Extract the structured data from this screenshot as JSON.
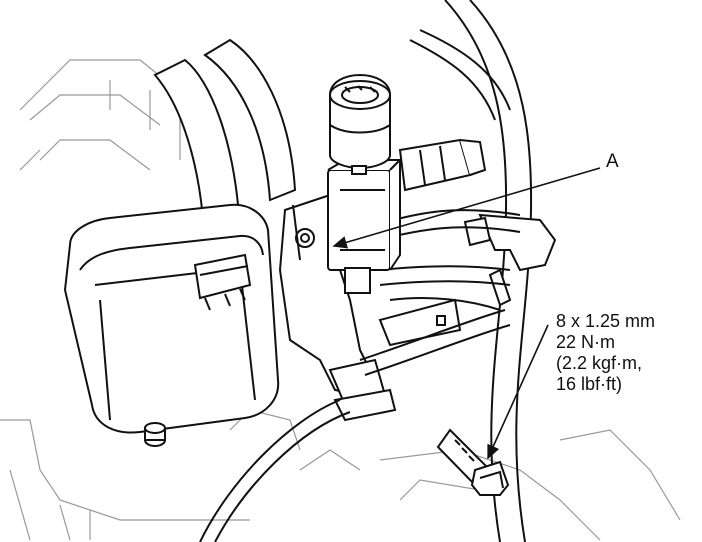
{
  "labels": {
    "callout_a": "A"
  },
  "torque_spec": {
    "line1": "8 x 1.25 mm",
    "line2": "22 N·m",
    "line3": "(2.2 kgf·m,",
    "line4": "16 lbf·ft)"
  },
  "colors": {
    "line": "#111111",
    "background": "#ffffff",
    "fill": "#ffffff"
  }
}
